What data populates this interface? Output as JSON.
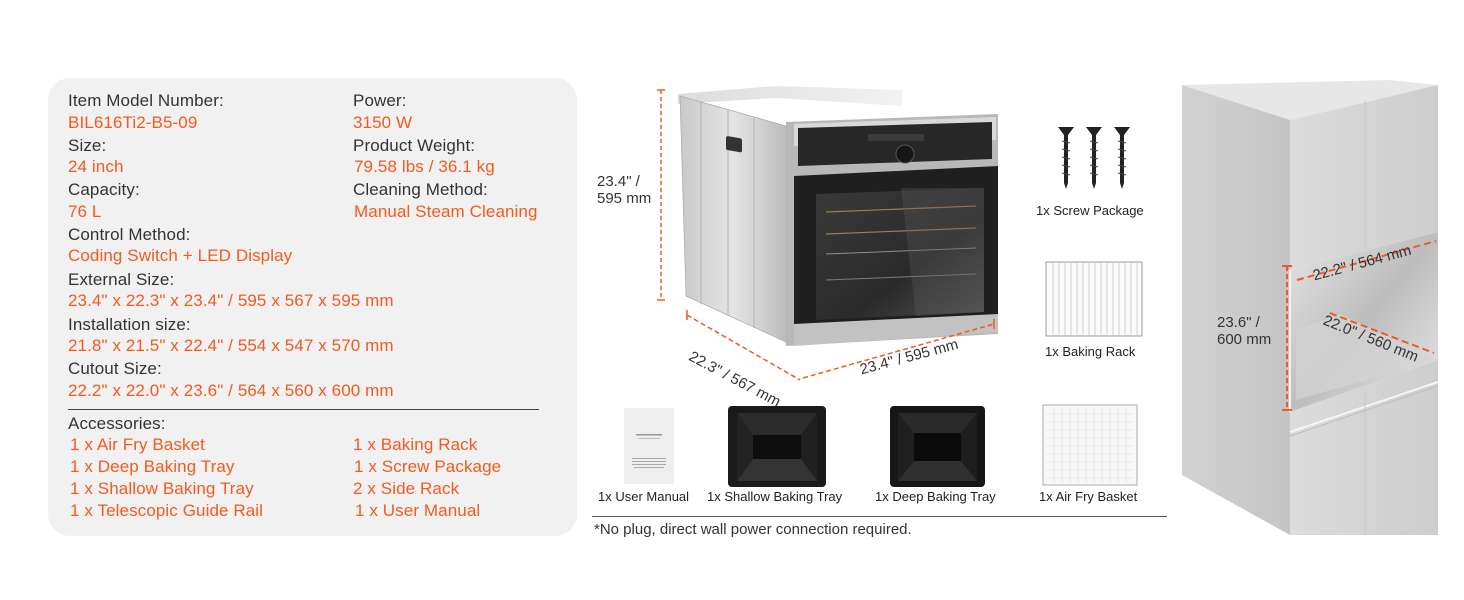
{
  "specs": {
    "left_column": [
      {
        "label": "Item Model Number:",
        "value": "BIL616Ti2-B5-09"
      },
      {
        "label": "Size:",
        "value": "24 inch"
      },
      {
        "label": "Capacity:",
        "value": "76 L"
      },
      {
        "label": "Control Method:",
        "value": "Coding Switch + LED Display"
      },
      {
        "label": "External Size:",
        "value": "23.4\" x 22.3\" x 23.4\"  / 595 x 567 x 595 mm"
      },
      {
        "label": "Installation size:",
        "value": "21.8\" x 21.5\" x 22.4\"  / 554 x 547 x 570 mm"
      },
      {
        "label": "Cutout Size:",
        "value": "22.2\" x 22.0\" x 23.6\"  / 564 x 560 x 600 mm"
      }
    ],
    "right_column": [
      {
        "label": "Power:",
        "value": "3150 W"
      },
      {
        "label": "Product Weight:",
        "value": "79.58 lbs / 36.1 kg"
      },
      {
        "label": "Cleaning Method:",
        "value": "Manual Steam Cleaning"
      }
    ],
    "accessories": {
      "label": "Accessories:",
      "left": [
        "1 x Air Fry Basket",
        "1 x Deep Baking Tray",
        "1 x Shallow Baking Tray",
        "1 x Telescopic Guide Rail"
      ],
      "right": [
        "1 x Baking Rack",
        "1 x Screw Package",
        "2 x Side Rack",
        "1 x User Manual"
      ]
    }
  },
  "oven_dimensions": {
    "height_line1": "23.4\" /",
    "height_line2": "595 mm",
    "depth": "22.3\" / 567 mm",
    "width": "23.4\" / 595 mm"
  },
  "accessory_images": {
    "screw_package": "1x Screw Package",
    "baking_rack": "1x Baking Rack",
    "user_manual": "1x User Manual",
    "shallow_tray": "1x Shallow Baking Tray",
    "deep_tray": "1x Deep Baking Tray",
    "air_fry_basket": "1x Air Fry Basket"
  },
  "note": "*No plug, direct wall power connection required.",
  "cabinet_dimensions": {
    "height_line1": "23.6\" /",
    "height_line2": "600 mm",
    "width": "22.2\" / 564 mm",
    "depth": "22.0\" / 560 mm"
  },
  "colors": {
    "accent": "#f25a1f",
    "label": "#333333",
    "card_bg": "#f1f1f1"
  }
}
